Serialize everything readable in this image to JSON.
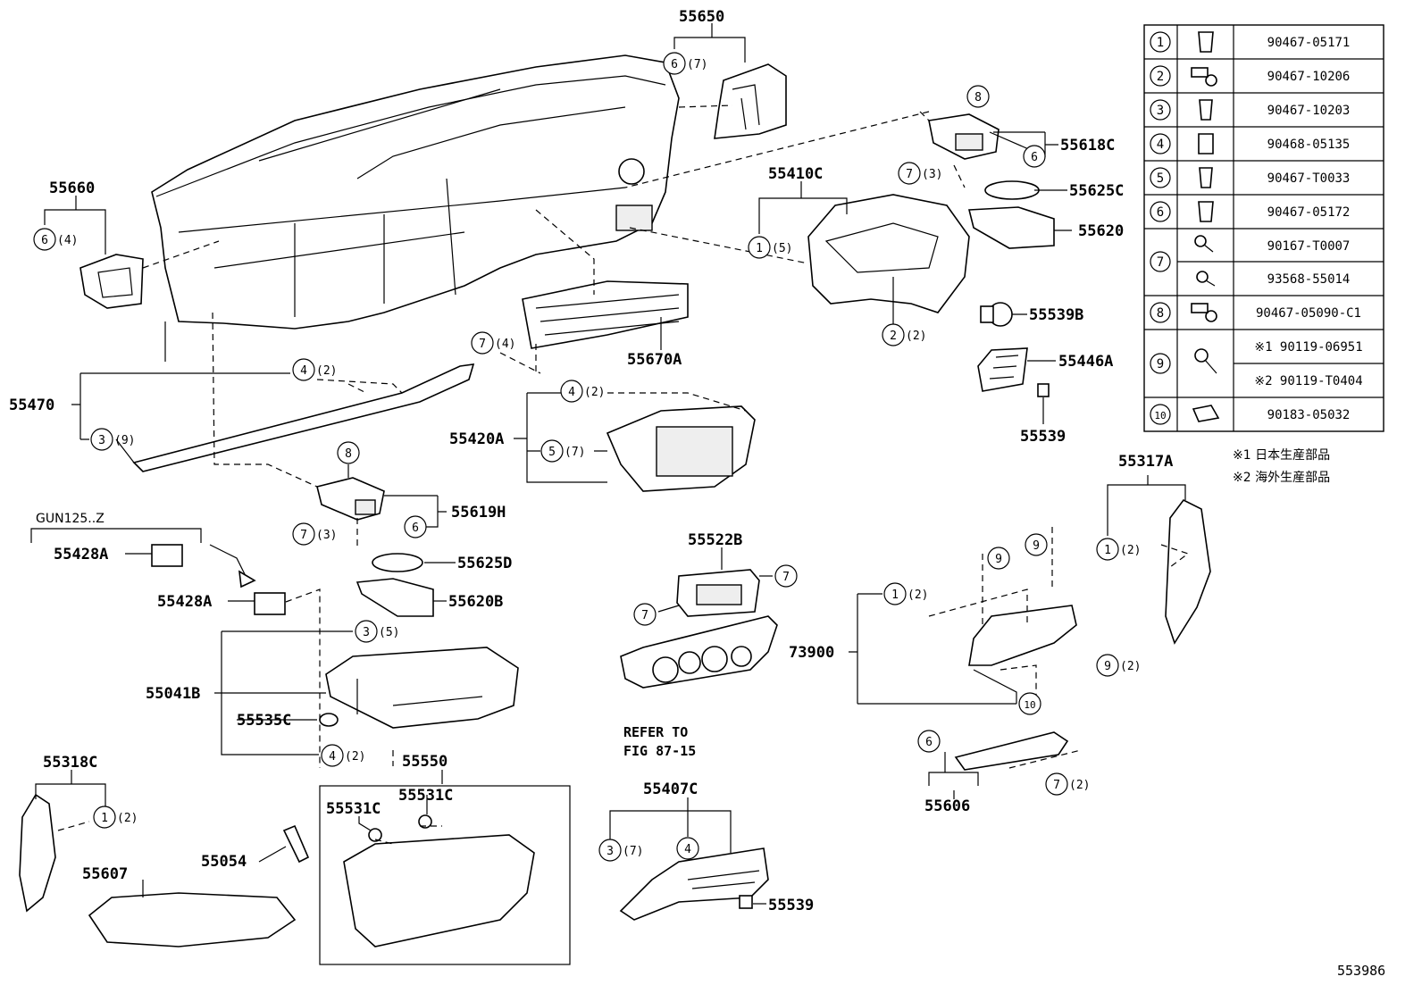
{
  "labels": {
    "p55650": "55650",
    "p55660": "55660",
    "p55618C": "55618C",
    "p55410C": "55410C",
    "p55625C": "55625C",
    "p55620": "55620",
    "p55539B": "55539B",
    "p55670A": "55670A",
    "p55446A": "55446A",
    "p55539a": "55539",
    "p55470": "55470",
    "p55420A": "55420A",
    "p55317A": "55317A",
    "p55619H": "55619H",
    "gun": "GUN125..Z",
    "p55428A1": "55428A",
    "p55428A2": "55428A",
    "p55625D": "55625D",
    "p55620B": "55620B",
    "p55522B": "55522B",
    "p73900": "73900",
    "p55041B": "55041B",
    "p55535C": "55535C",
    "refer1": "REFER TO",
    "refer2": "FIG 87-15",
    "p55318C": "55318C",
    "p55550": "55550",
    "p55531C1": "55531C",
    "p55531C2": "55531C",
    "p55606": "55606",
    "p55407C": "55407C",
    "p55054": "55054",
    "p55607": "55607",
    "p55539b": "55539",
    "fig": "553986"
  },
  "callouts": {
    "c6a": {
      "n": "6",
      "q": "(7)"
    },
    "c6b": {
      "n": "6",
      "q": "(4)"
    },
    "c8a": {
      "n": "8",
      "q": ""
    },
    "c6c": {
      "n": "6",
      "q": ""
    },
    "c7a": {
      "n": "7",
      "q": "(3)"
    },
    "c1a": {
      "n": "1",
      "q": "(5)"
    },
    "c2a": {
      "n": "2",
      "q": "(2)"
    },
    "c7b": {
      "n": "7",
      "q": "(4)"
    },
    "c4a": {
      "n": "4",
      "q": "(2)"
    },
    "c3a": {
      "n": "3",
      "q": "(9)"
    },
    "c4b": {
      "n": "4",
      "q": "(2)"
    },
    "c5a": {
      "n": "5",
      "q": "(7)"
    },
    "c8b": {
      "n": "8",
      "q": ""
    },
    "c6d": {
      "n": "6",
      "q": ""
    },
    "c7c": {
      "n": "7",
      "q": "(3)"
    },
    "c7d": {
      "n": "7",
      "q": ""
    },
    "c7e": {
      "n": "7",
      "q": ""
    },
    "c3b": {
      "n": "3",
      "q": "(5)"
    },
    "c4c": {
      "n": "4",
      "q": "(2)"
    },
    "c1b": {
      "n": "1",
      "q": "(2)"
    },
    "c9a": {
      "n": "9",
      "q": ""
    },
    "c9b": {
      "n": "9",
      "q": ""
    },
    "c9c": {
      "n": "9",
      "q": "(2)"
    },
    "c10a": {
      "n": "10",
      "q": ""
    },
    "c1c": {
      "n": "1",
      "q": "(2)"
    },
    "c6e": {
      "n": "6",
      "q": ""
    },
    "c7f": {
      "n": "7",
      "q": "(2)"
    },
    "c1d": {
      "n": "1",
      "q": "(2)"
    },
    "c3c": {
      "n": "3",
      "q": "(7)"
    },
    "c4d": {
      "n": "4",
      "q": ""
    }
  },
  "fastener_table": [
    {
      "no": "1",
      "part": "90467-05171"
    },
    {
      "no": "2",
      "part": "90467-10206"
    },
    {
      "no": "3",
      "part": "90467-10203"
    },
    {
      "no": "4",
      "part": "90468-05135"
    },
    {
      "no": "5",
      "part": "90467-T0033"
    },
    {
      "no": "6",
      "part": "90467-05172"
    },
    {
      "no": "7",
      "part": "90167-T0007",
      "part2": "93568-55014"
    },
    {
      "no": "8",
      "part": "90467-05090-C1"
    },
    {
      "no": "9",
      "part": "※1 90119-06951",
      "part2": "※2 90119-T0404"
    },
    {
      "no": "10",
      "part": "90183-05032"
    }
  ],
  "notes": {
    "n1": "※1 日本生産部品",
    "n2": "※2 海外生産部品"
  }
}
